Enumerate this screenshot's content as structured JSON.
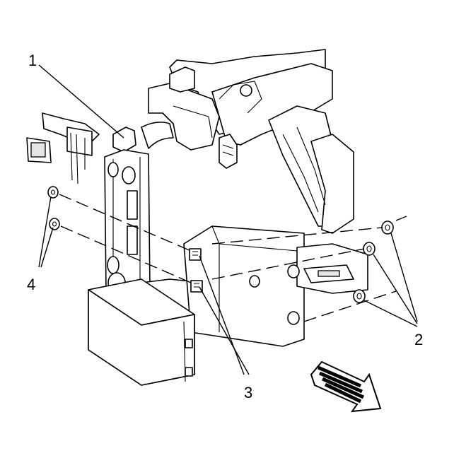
{
  "callouts": {
    "c1": "1",
    "c2": "2",
    "c3": "3",
    "c4": "4"
  },
  "icons": {
    "direction_arrow": "front-direction-arrow-icon"
  }
}
